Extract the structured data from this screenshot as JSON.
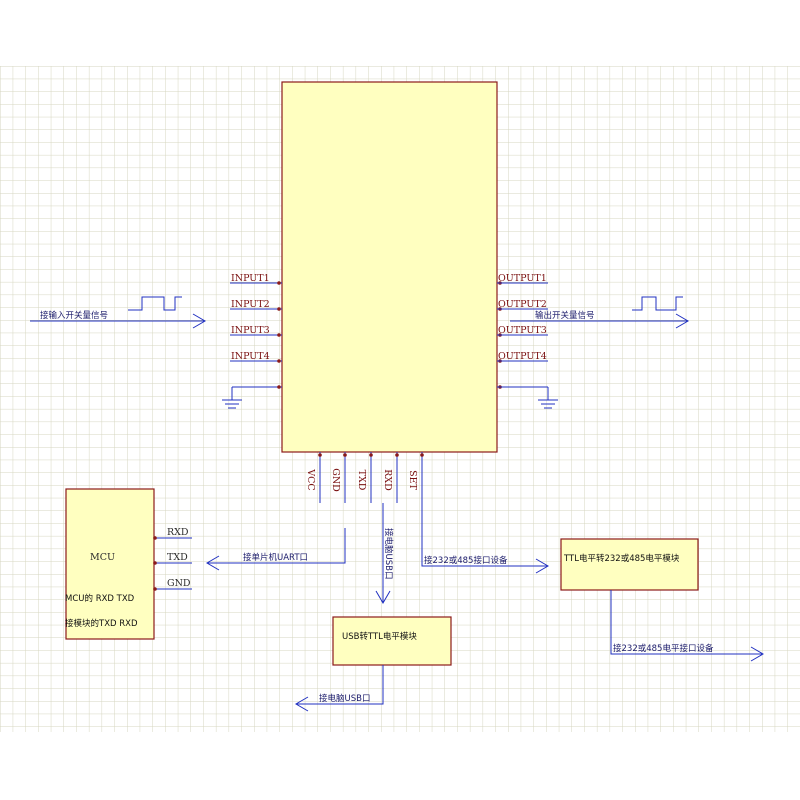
{
  "main_chip": {
    "inputs": [
      "INPUT1",
      "INPUT2",
      "INPUT3",
      "INPUT4"
    ],
    "outputs": [
      "OUTPUT1",
      "OUTPUT2",
      "OUTPUT3",
      "OUTPUT4"
    ],
    "bottom_pins": [
      "VCC",
      "GND",
      "TXD",
      "RXD",
      "SET"
    ]
  },
  "labels": {
    "input_signal": "接输入开关量信号",
    "output_signal": "输出开关量信号",
    "mcu_uart": "接单片机UART口",
    "pc_usb_vertical": "接电脑USB口",
    "rs_device_1": "接232或485接口设备",
    "rs_device_2": "接232或485电平接口设备",
    "pc_usb_bottom": "接电脑USB口"
  },
  "mcu": {
    "title": "MCU",
    "note_line1": "MCU的 RXD TXD",
    "note_line2": "接模块的TXD RXD",
    "pins": [
      "RXD",
      "TXD",
      "GND"
    ]
  },
  "usb_module": {
    "title": "USB转TTL电平模块"
  },
  "ttl_module": {
    "title": "TTL电平转232或485电平模块"
  },
  "colors": {
    "box_fill": "#ffffc0",
    "box_border": "#8b1a1a",
    "wire": "#2030c0",
    "grid": "#d6d6c0"
  }
}
